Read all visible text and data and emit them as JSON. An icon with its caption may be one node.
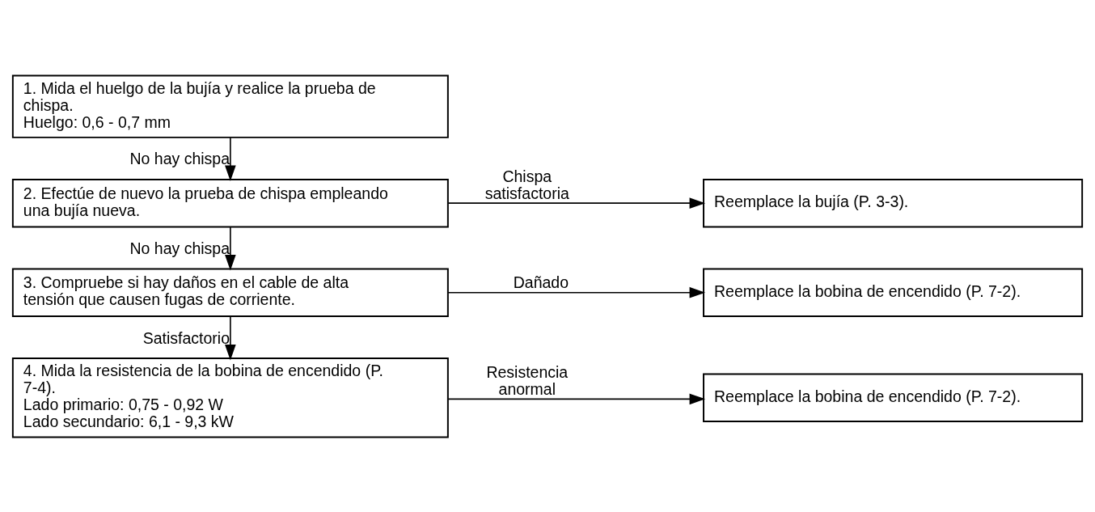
{
  "diagram": {
    "nodes": [
      {
        "text": [
          "1. Mida el huelgo de la bujía y realice la prueba de chispa.",
          "Huelgo: 0,6 - 0,7 mm"
        ]
      },
      {
        "text": [
          "2. Efectúe de nuevo la prueba de chispa empleando una bujía nueva."
        ]
      },
      {
        "text": [
          "Reemplace la bujía (P. 3-3)."
        ]
      },
      {
        "text": [
          "3. Compruebe si hay daños en el cable de alta tensión que causen fugas de corriente."
        ]
      },
      {
        "text": [
          "Reemplace la bobina de encendido (P. 7-2)."
        ]
      },
      {
        "text": [
          "4. Mida la resistencia de la bobina de encendido (P. 7-4).",
          "Lado primario: 0,75 - 0,92 W",
          "Lado secundario: 6,1 - 9,3 kW"
        ]
      },
      {
        "text": [
          "Reemplace la bobina de encendido (P. 7-2)."
        ]
      }
    ],
    "edges": [
      {
        "from": 0,
        "to": 1,
        "arrow": "to",
        "label": "No hay chispa"
      },
      {
        "from": 1,
        "to": 2,
        "arrow": "to",
        "label": "Chispa satisfactoria"
      },
      {
        "from": 1,
        "to": 3,
        "arrow": "to",
        "label": "No hay chispa"
      },
      {
        "from": 3,
        "to": 4,
        "arrow": "to",
        "label": "Dañado"
      },
      {
        "from": 3,
        "to": 5,
        "arrow": "to",
        "label": "Satisfactorio"
      },
      {
        "from": 5,
        "to": 6,
        "arrow": "to",
        "label": "Resistencia anormal"
      }
    ]
  }
}
